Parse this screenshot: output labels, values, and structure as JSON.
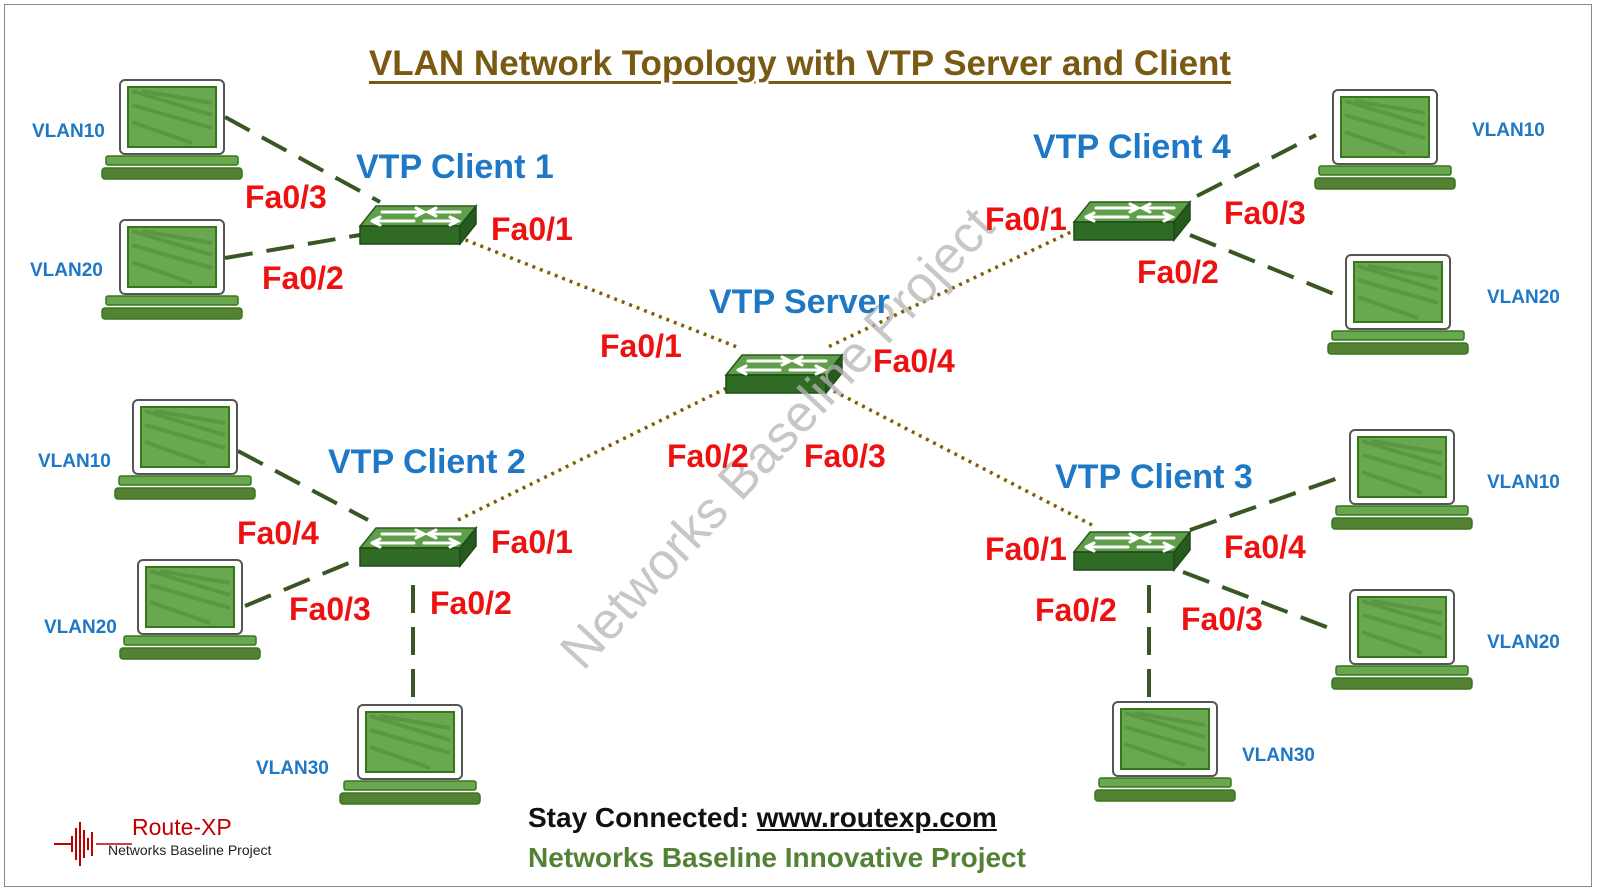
{
  "title": "VLAN Network Topology with VTP Server and Client",
  "watermark": "Networks Baseline Project",
  "switches": {
    "server": "VTP Server",
    "client1": "VTP Client 1",
    "client2": "VTP Client 2",
    "client3": "VTP Client 3",
    "client4": "VTP Client 4"
  },
  "ports": {
    "server": [
      "Fa0/1",
      "Fa0/2",
      "Fa0/3",
      "Fa0/4"
    ],
    "client1": [
      "Fa0/1",
      "Fa0/2",
      "Fa0/3"
    ],
    "client2": [
      "Fa0/1",
      "Fa0/2",
      "Fa0/3",
      "Fa0/4"
    ],
    "client3": [
      "Fa0/1",
      "Fa0/2",
      "Fa0/3",
      "Fa0/4"
    ],
    "client4": [
      "Fa0/1",
      "Fa0/2",
      "Fa0/3"
    ]
  },
  "vlans": {
    "vlan10": "VLAN10",
    "vlan20": "VLAN20",
    "vlan30": "VLAN30"
  },
  "footer": {
    "stay_connected": "Stay Connected:",
    "url": "www.routexp.com",
    "tagline": "Networks Baseline Innovative Project"
  },
  "brand": {
    "name": "Route-XP",
    "tagline": "Networks Baseline Project"
  },
  "colors": {
    "title": "#7a5a12",
    "switch_label": "#1f78c6",
    "port_label": "#ee1111",
    "trunk_link": "#7f6000",
    "access_link": "#385723",
    "device_green": "#548235",
    "footer_green": "#548235",
    "brand_red": "#c00000"
  }
}
